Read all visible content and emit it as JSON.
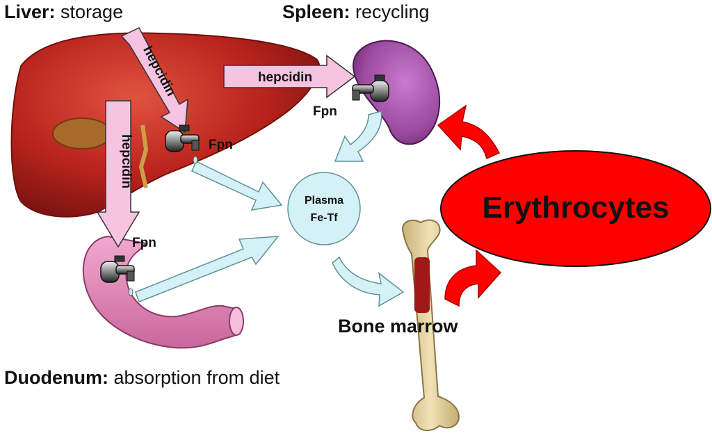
{
  "labels": {
    "liver_bold": "Liver:",
    "liver_rest": " storage",
    "spleen_bold": "Spleen:",
    "spleen_rest": " recycling",
    "duodenum_bold": "Duodenum:",
    "duodenum_rest": " absorption from diet",
    "bone_marrow": "Bone marrow",
    "erythrocytes": "Erythrocytes",
    "plasma_line1": "Plasma",
    "plasma_line2": "Fe-Tf"
  },
  "hepcidin": {
    "to_spleen": "hepcidin",
    "to_liver_tap": "hepcidin",
    "to_duodenum": "hepcidin"
  },
  "fpn": {
    "liver": "Fpn",
    "spleen": "Fpn",
    "duodenum": "Fpn"
  },
  "colors": {
    "liver": "#b8231c",
    "spleen": "#9b4a9e",
    "duodenum": "#e487b8",
    "hepcidin_arrow": "#f6c4e0",
    "iron_flow_arrow": "#d4f1f6",
    "erythrocytes": "#ff0000",
    "bone": "#e7d4a0",
    "marrow": "#a01818"
  }
}
